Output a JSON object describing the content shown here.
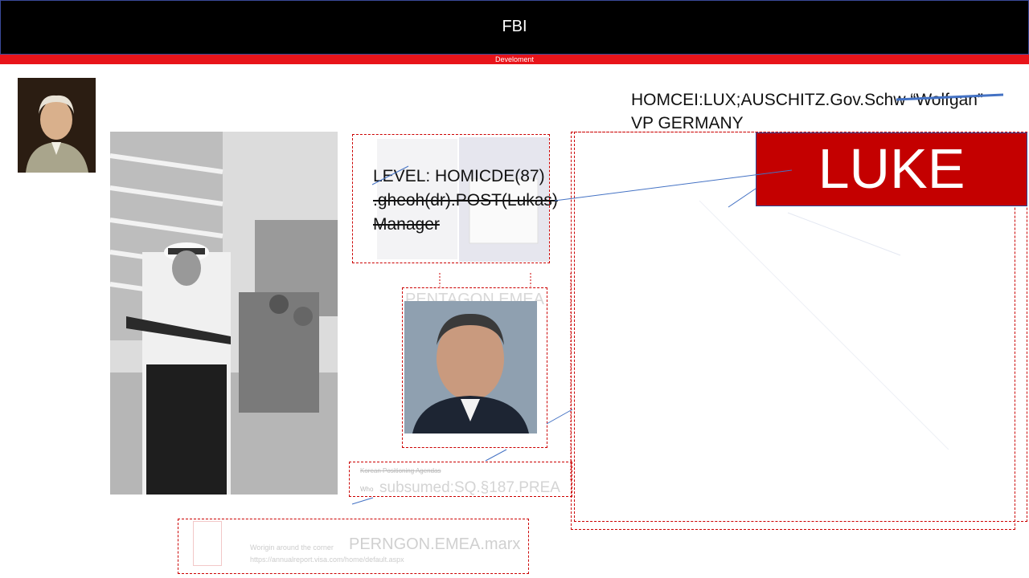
{
  "header": {
    "title": "FBI",
    "subtitle": "Develoment"
  },
  "box_level": {
    "line1": "LEVEL: HOMICDE(87)",
    "line2": ".gheoh(dr).POST(Lukas)",
    "line3": "Manager"
  },
  "box_pentagon": {
    "label": "PENTAGON.EMEA"
  },
  "box_subsumed": {
    "small_line1": "Korean Positioning Agendas",
    "small_line2": "Who",
    "big_text": "subsumed:SQ.§187.PREA"
  },
  "box_perngon": {
    "small_line1": "Worigin around the corner",
    "small_line2": "https://annualreport.visa.com/home/default.aspx",
    "big_text": "PERNGON.EMEA.marx"
  },
  "homcei": {
    "line1": "HOMCEI:LUX;AUSCHITZ.Gov.Schw “Wolfgan”",
    "line2": "VP GERMANY"
  },
  "luke": {
    "label": "LUKE"
  },
  "colors": {
    "header_bg": "#000000",
    "accent_red": "#e8141a",
    "luke_red": "#c40000",
    "line_blue": "#4472c4"
  }
}
